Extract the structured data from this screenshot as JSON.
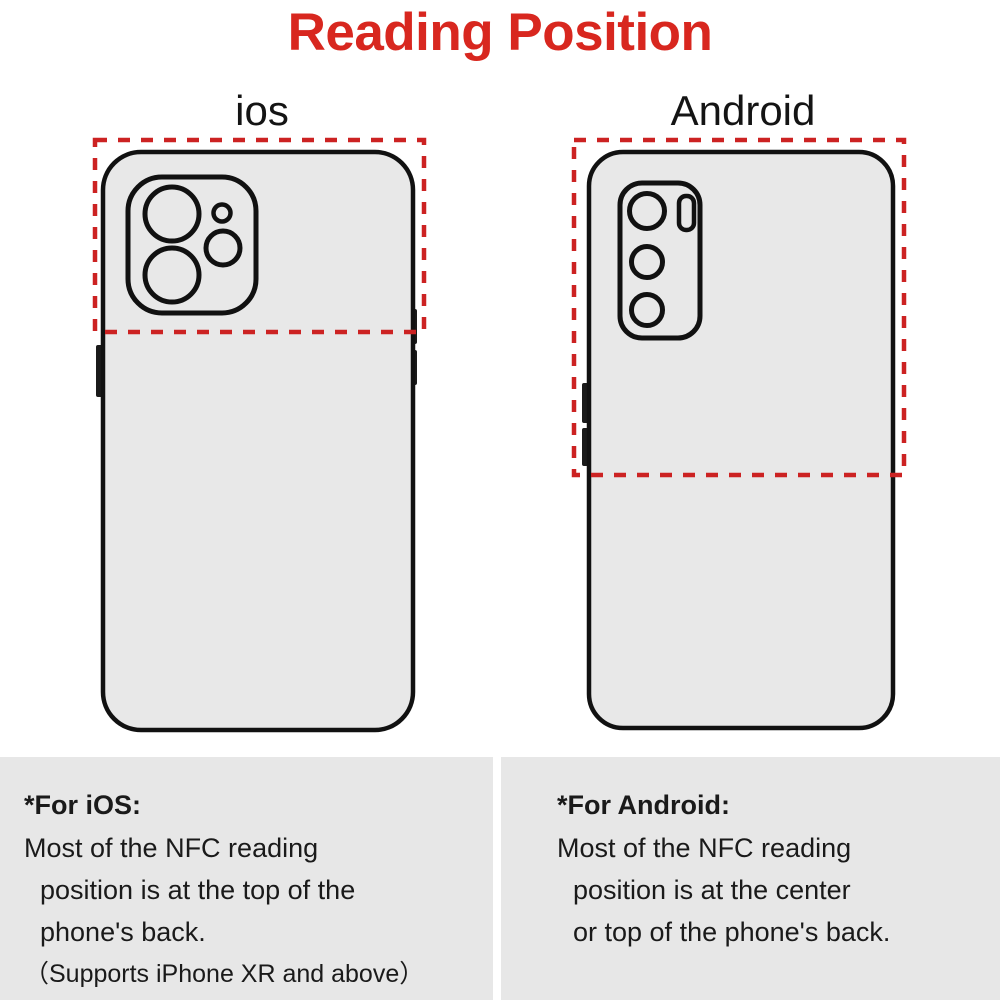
{
  "title": "Reading Position",
  "colors": {
    "title_red": "#d8271f",
    "dashed_box_red": "#cc2222",
    "phone_body_gray": "#e8e8e8",
    "phone_outline_black": "#111111",
    "panel_gray": "#e7e7e7",
    "page_background": "#ffffff"
  },
  "diagram": {
    "ios": {
      "label": "ios",
      "icon_names": {
        "phone": "iphone-back-illustration",
        "camera_module": "ios-camera-module-icon",
        "lens_top": "camera-lens-icon",
        "lens_bottom": "camera-lens-icon",
        "flash": "camera-flash-dot-icon",
        "lidar": "lidar-sensor-icon",
        "highlight": "nfc-reading-zone-dashed-box",
        "side_button_left": "mute-switch",
        "side_button_right_top": "volume-up-button",
        "side_button_right_bottom": "power-button"
      }
    },
    "android": {
      "label": "Android",
      "icon_names": {
        "phone": "android-phone-back-illustration",
        "camera_module": "android-camera-module-icon",
        "lens_one": "camera-lens-icon",
        "lens_two": "camera-lens-icon",
        "lens_three": "camera-lens-icon",
        "flash": "camera-flash-pill-icon",
        "highlight": "nfc-reading-zone-dashed-box",
        "side_button_top": "power-button",
        "side_button_bottom": "volume-button"
      }
    }
  },
  "notes": {
    "ios": {
      "heading": "*For iOS:",
      "lines": [
        "Most of the NFC reading",
        "position is at the top of the",
        "phone's back."
      ],
      "sub": "（Supports iPhone XR and above）"
    },
    "android": {
      "heading": "*For Android:",
      "lines": [
        "Most of the NFC reading",
        "position is at the center",
        "or top of the phone's back."
      ],
      "sub": ""
    }
  }
}
